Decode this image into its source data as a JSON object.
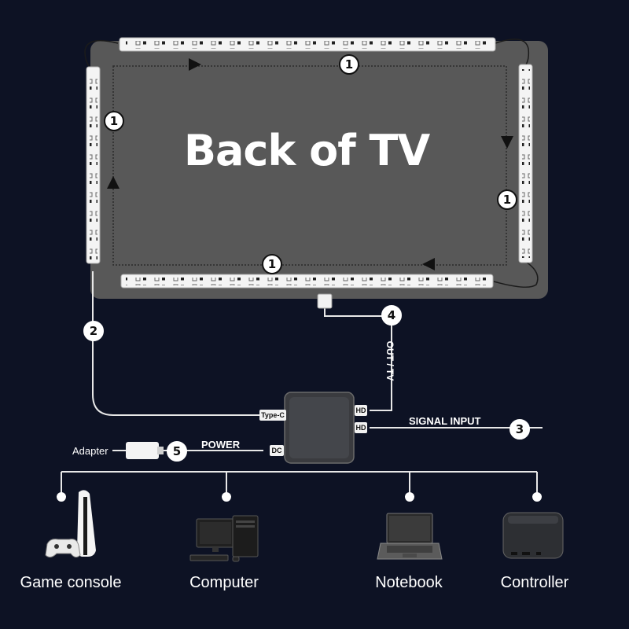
{
  "title": "Back of TV",
  "strip_marker": "1",
  "connections": {
    "sync_cable": {
      "number": "2"
    },
    "signal": {
      "number": "3",
      "label": "SIGNAL INPUT"
    },
    "out_tv": {
      "number": "4",
      "label": "OUT / TV"
    },
    "power": {
      "number": "5",
      "label": "POWER"
    }
  },
  "ports": {
    "typec": "Type-C",
    "hd_out": "HD",
    "hd_in": "HD",
    "dc": "DC"
  },
  "adapter_label": "Adapter",
  "devices": [
    {
      "label": "Game console",
      "icon": "game-console-icon"
    },
    {
      "label": "Computer",
      "icon": "computer-icon"
    },
    {
      "label": "Notebook",
      "icon": "notebook-icon"
    },
    {
      "label": "Controller",
      "icon": "controller-icon"
    }
  ],
  "colors": {
    "background": "#0d1224",
    "tv_panel": "#585858",
    "lines": "#ffffff"
  }
}
